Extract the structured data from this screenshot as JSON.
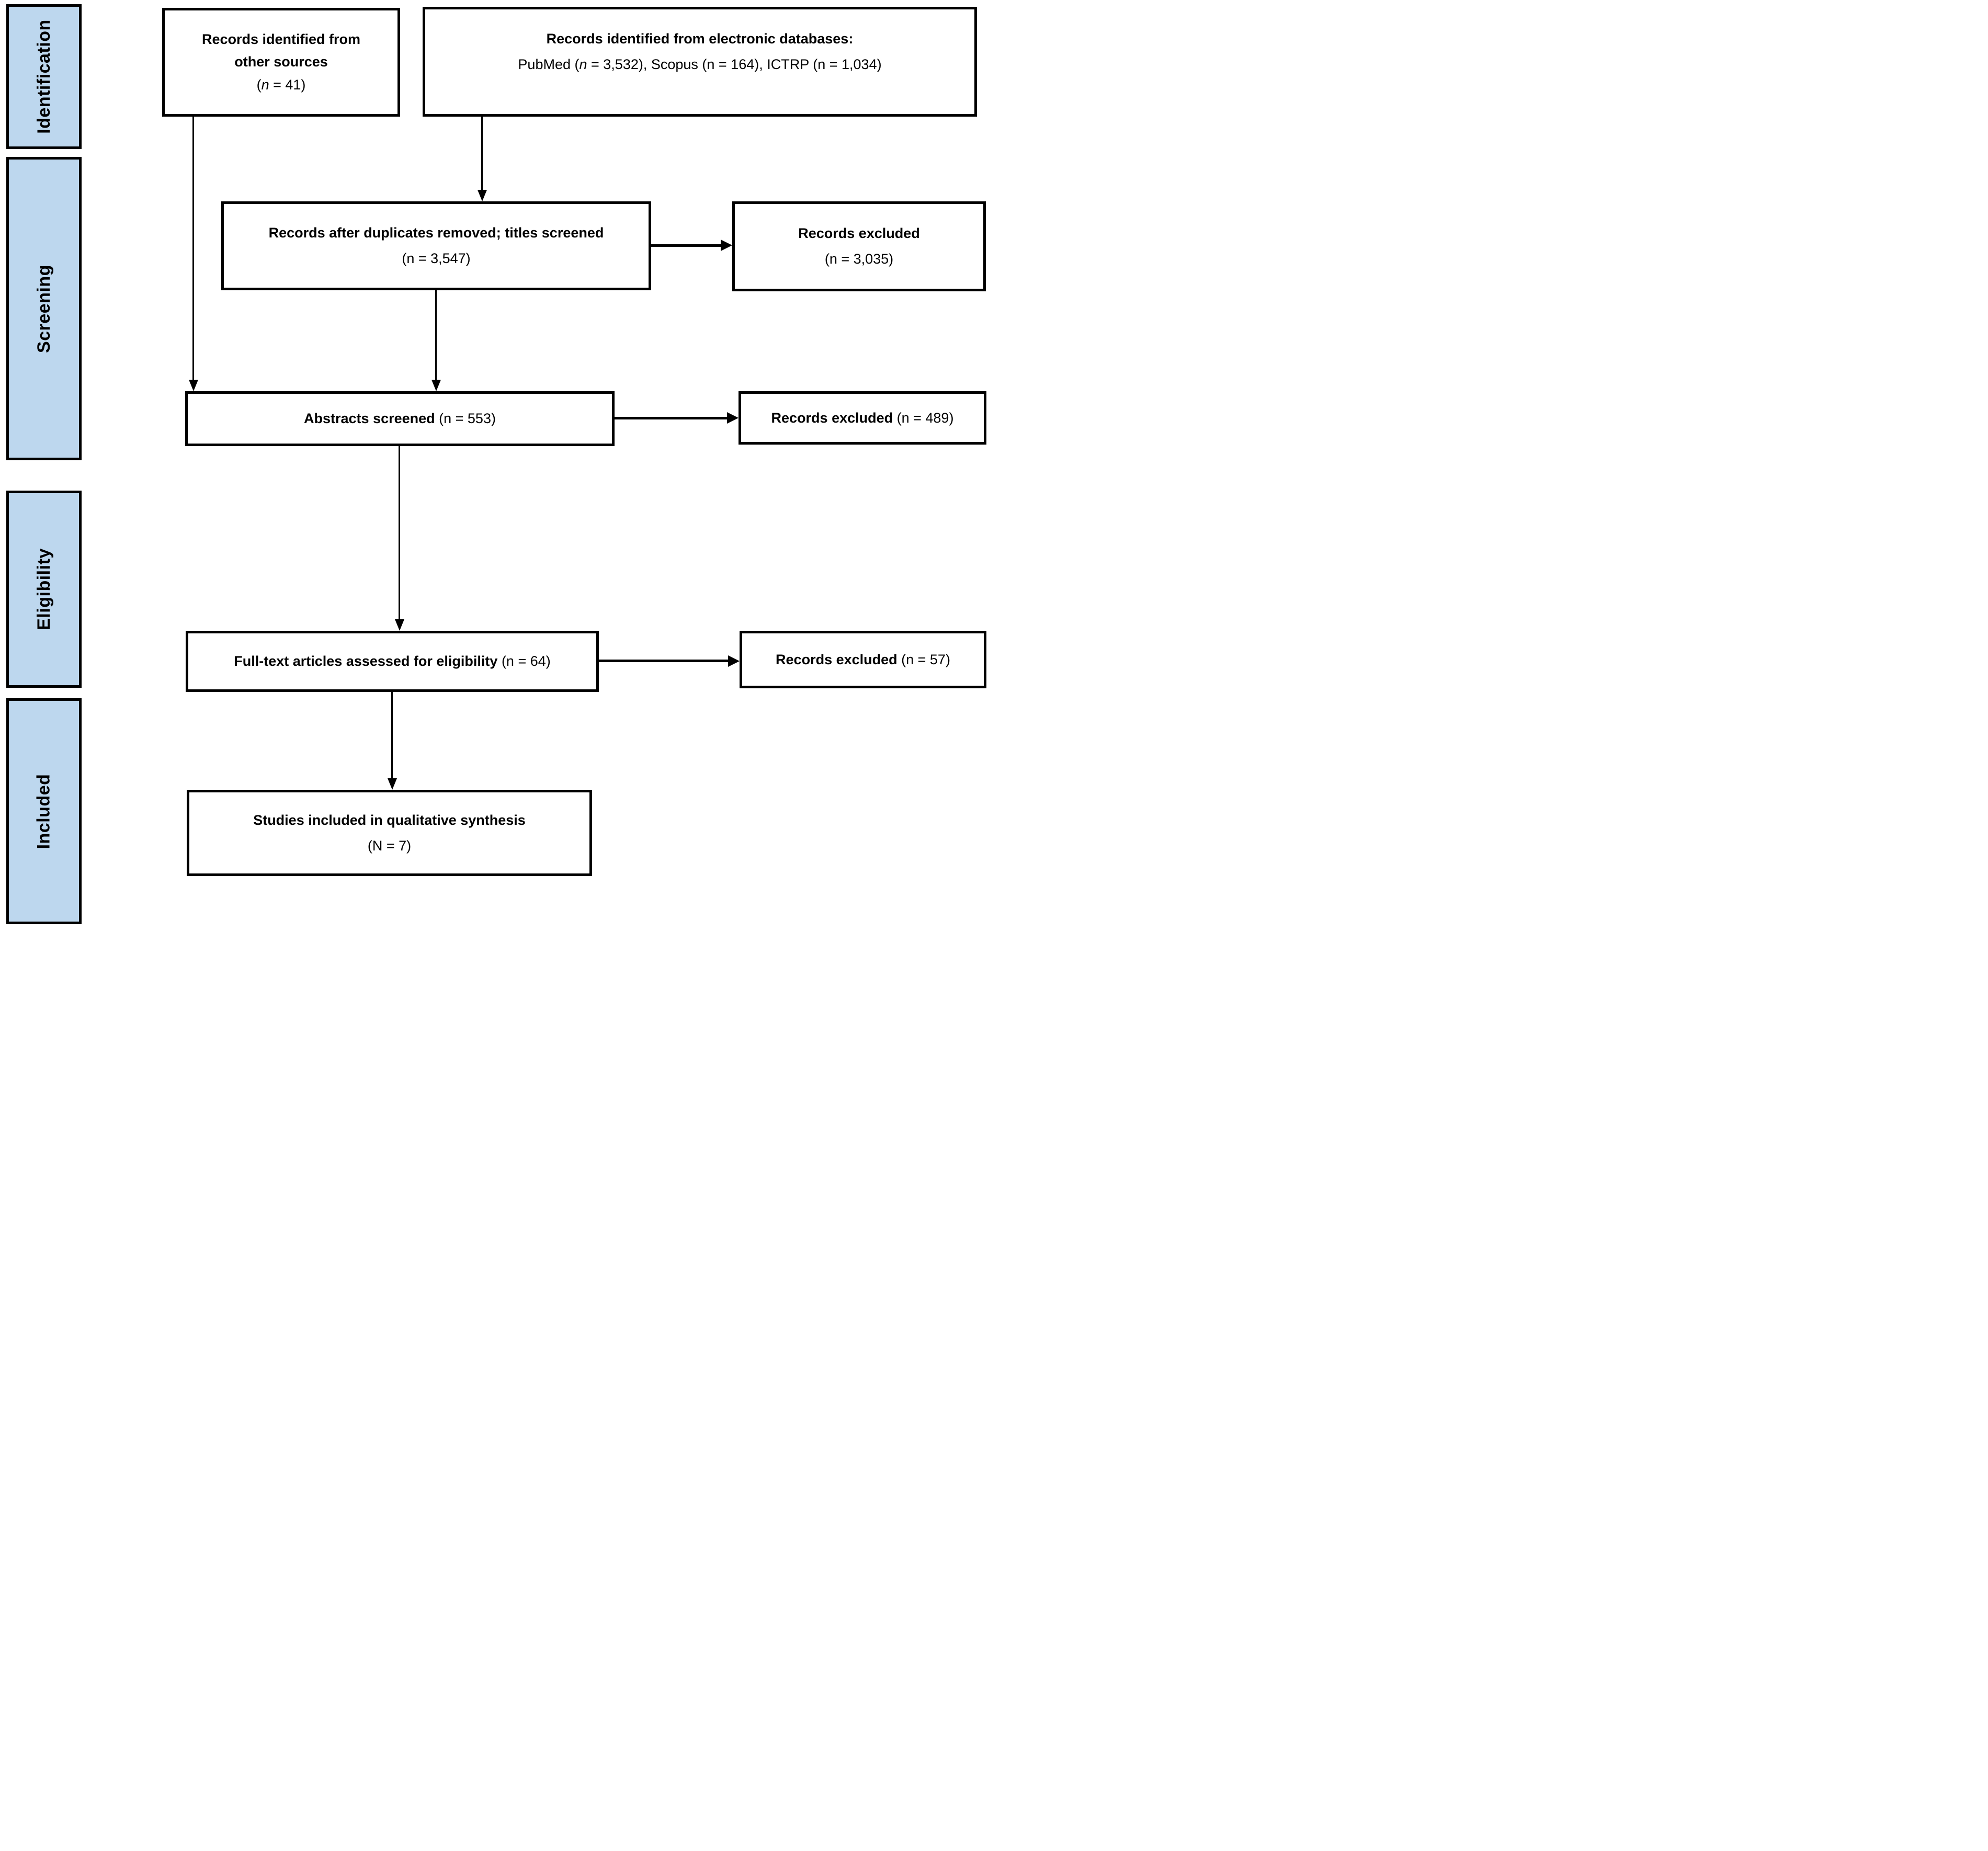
{
  "colors": {
    "phase_fill": "#bdd7ee",
    "line_color": "#000000",
    "box_fill": "#ffffff"
  },
  "sidebar": {
    "items": [
      {
        "label": "Identification"
      },
      {
        "label": "Screening"
      },
      {
        "label": "Eligibility"
      },
      {
        "label": "Included"
      }
    ]
  },
  "boxes": {
    "other_sources": {
      "line1": "Records identified from",
      "line2": "other sources",
      "count_open": "(",
      "count_n": "n",
      "count_rest": " = 41)"
    },
    "databases": {
      "title": "Records identified from electronic databases:",
      "detail_pre": "PubMed (",
      "detail_n": "n",
      "detail_rest": " = 3,532), Scopus (n = 164), ICTRP (n = 1,034)"
    },
    "duplicates_removed": {
      "title": "Records after duplicates removed; titles screened",
      "count": "(n = 3,547)"
    },
    "excluded_titles": {
      "title": "Records excluded",
      "count": "(n = 3,035)"
    },
    "abstracts_screened": {
      "title": "Abstracts screened",
      "count": " (n = 553)"
    },
    "excluded_abstracts": {
      "title": "Records excluded",
      "count": " (n = 489)"
    },
    "full_text": {
      "title": "Full-text articles assessed for eligibility",
      "count": " (n = 64)"
    },
    "excluded_full_text": {
      "title": "Records excluded",
      "count": " (n = 57)"
    },
    "included": {
      "title": "Studies included in qualitative synthesis",
      "count": "(N = 7)"
    }
  }
}
